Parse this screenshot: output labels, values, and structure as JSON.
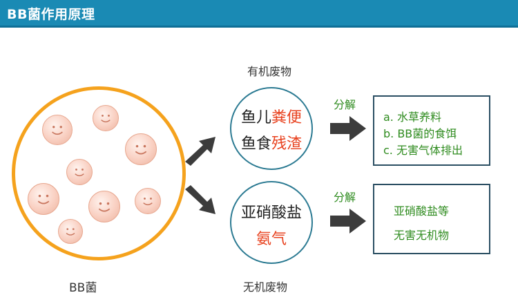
{
  "header": {
    "title": "BB菌作用原理"
  },
  "colors": {
    "header_bg": "#1a8ab4",
    "ring": "#f5a21d",
    "circle_border": "#2b7a92",
    "red_text": "#e8421f",
    "green_text": "#2e8b1e",
    "box_border": "#2a4e62"
  },
  "bacteria": {
    "label": "BB菌"
  },
  "organic": {
    "label": "有机废物",
    "line1_black": "鱼儿",
    "line1_red": "粪便",
    "line2_black": "鱼食",
    "line2_red": "残渣"
  },
  "inorganic": {
    "label": "无机废物",
    "line1": "亚硝酸盐",
    "line2": "氨气"
  },
  "decompose_top": "分解",
  "decompose_bottom": "分解",
  "result_top": {
    "items": [
      "a. 水草养料",
      "b. BB菌的食饵",
      "c. 无害气体排出"
    ]
  },
  "result_bottom": {
    "items": [
      "亚硝酸盐等",
      "无害无机物"
    ]
  }
}
